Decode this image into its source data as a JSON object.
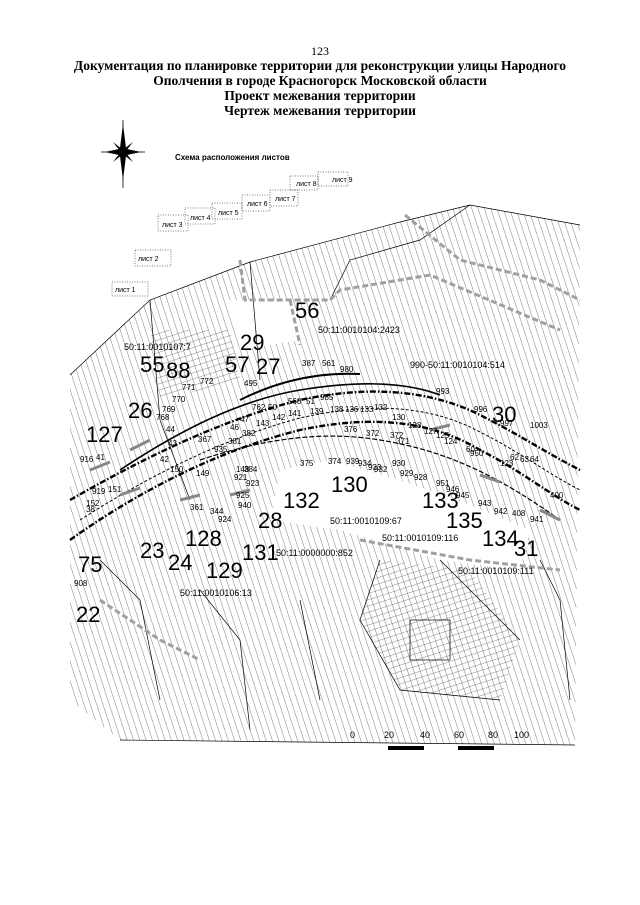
{
  "page_number": "123",
  "title": {
    "line1": "Документация по планировке территории для реконструкции улицы Народного",
    "line2": "Ополчения в городе Красногорск Московской области",
    "line3": "Проект межевания территории",
    "line4": "Чертеж межевания территории"
  },
  "inset": {
    "title": "Схема расположения листов",
    "sheets": [
      "лист 1",
      "лист 2",
      "лист 3",
      "лист 4",
      "лист 5",
      "лист 6",
      "лист 7",
      "лист 8",
      "лист 9"
    ]
  },
  "cadastral": {
    "c1": "50:11:0010107:7",
    "c2": "50:11:0010104:2423",
    "c3": "990-50:11:0010104:514",
    "c4": "50:11:0010109:67",
    "c5": "50:11:0010109:116",
    "c6": "50:11:0000000:852",
    "c7": "50:11:0010106:13",
    "c8": "50:11:0010109:111"
  },
  "big_labels": [
    "56",
    "29",
    "55",
    "88",
    "57",
    "27",
    "26",
    "127",
    "30",
    "132",
    "130",
    "133",
    "135",
    "134",
    "31",
    "28",
    "128",
    "23",
    "24",
    "129",
    "131",
    "75",
    "22"
  ],
  "small_labels": [
    "387",
    "561",
    "980",
    "772",
    "771",
    "770",
    "769",
    "768",
    "44",
    "495",
    "762",
    "50",
    "560",
    "51",
    "985",
    "47",
    "143",
    "141",
    "139",
    "138",
    "136",
    "133",
    "132",
    "130",
    "128",
    "127",
    "125",
    "124",
    "60",
    "950",
    "993",
    "996",
    "997",
    "1003",
    "382",
    "142",
    "46",
    "381",
    "367",
    "43",
    "935",
    "376",
    "372",
    "372",
    "371",
    "42",
    "150",
    "916",
    "41",
    "149",
    "148",
    "384",
    "375",
    "374",
    "939",
    "934",
    "933",
    "932",
    "930",
    "929",
    "928",
    "951",
    "946",
    "945",
    "943",
    "942",
    "408",
    "941",
    "123",
    "62",
    "63",
    "64",
    "400",
    "919",
    "151",
    "152",
    "923",
    "925",
    "924",
    "940",
    "921",
    "361",
    "344",
    "38",
    "908"
  ],
  "scale_bar": {
    "ticks": [
      "0",
      "20",
      "40",
      "60",
      "80",
      "100"
    ]
  },
  "colors": {
    "ink": "#000000",
    "boundary_grey": "#a0a0a0",
    "paper": "#ffffff"
  },
  "icons": {
    "compass": "compass-rose-icon"
  }
}
